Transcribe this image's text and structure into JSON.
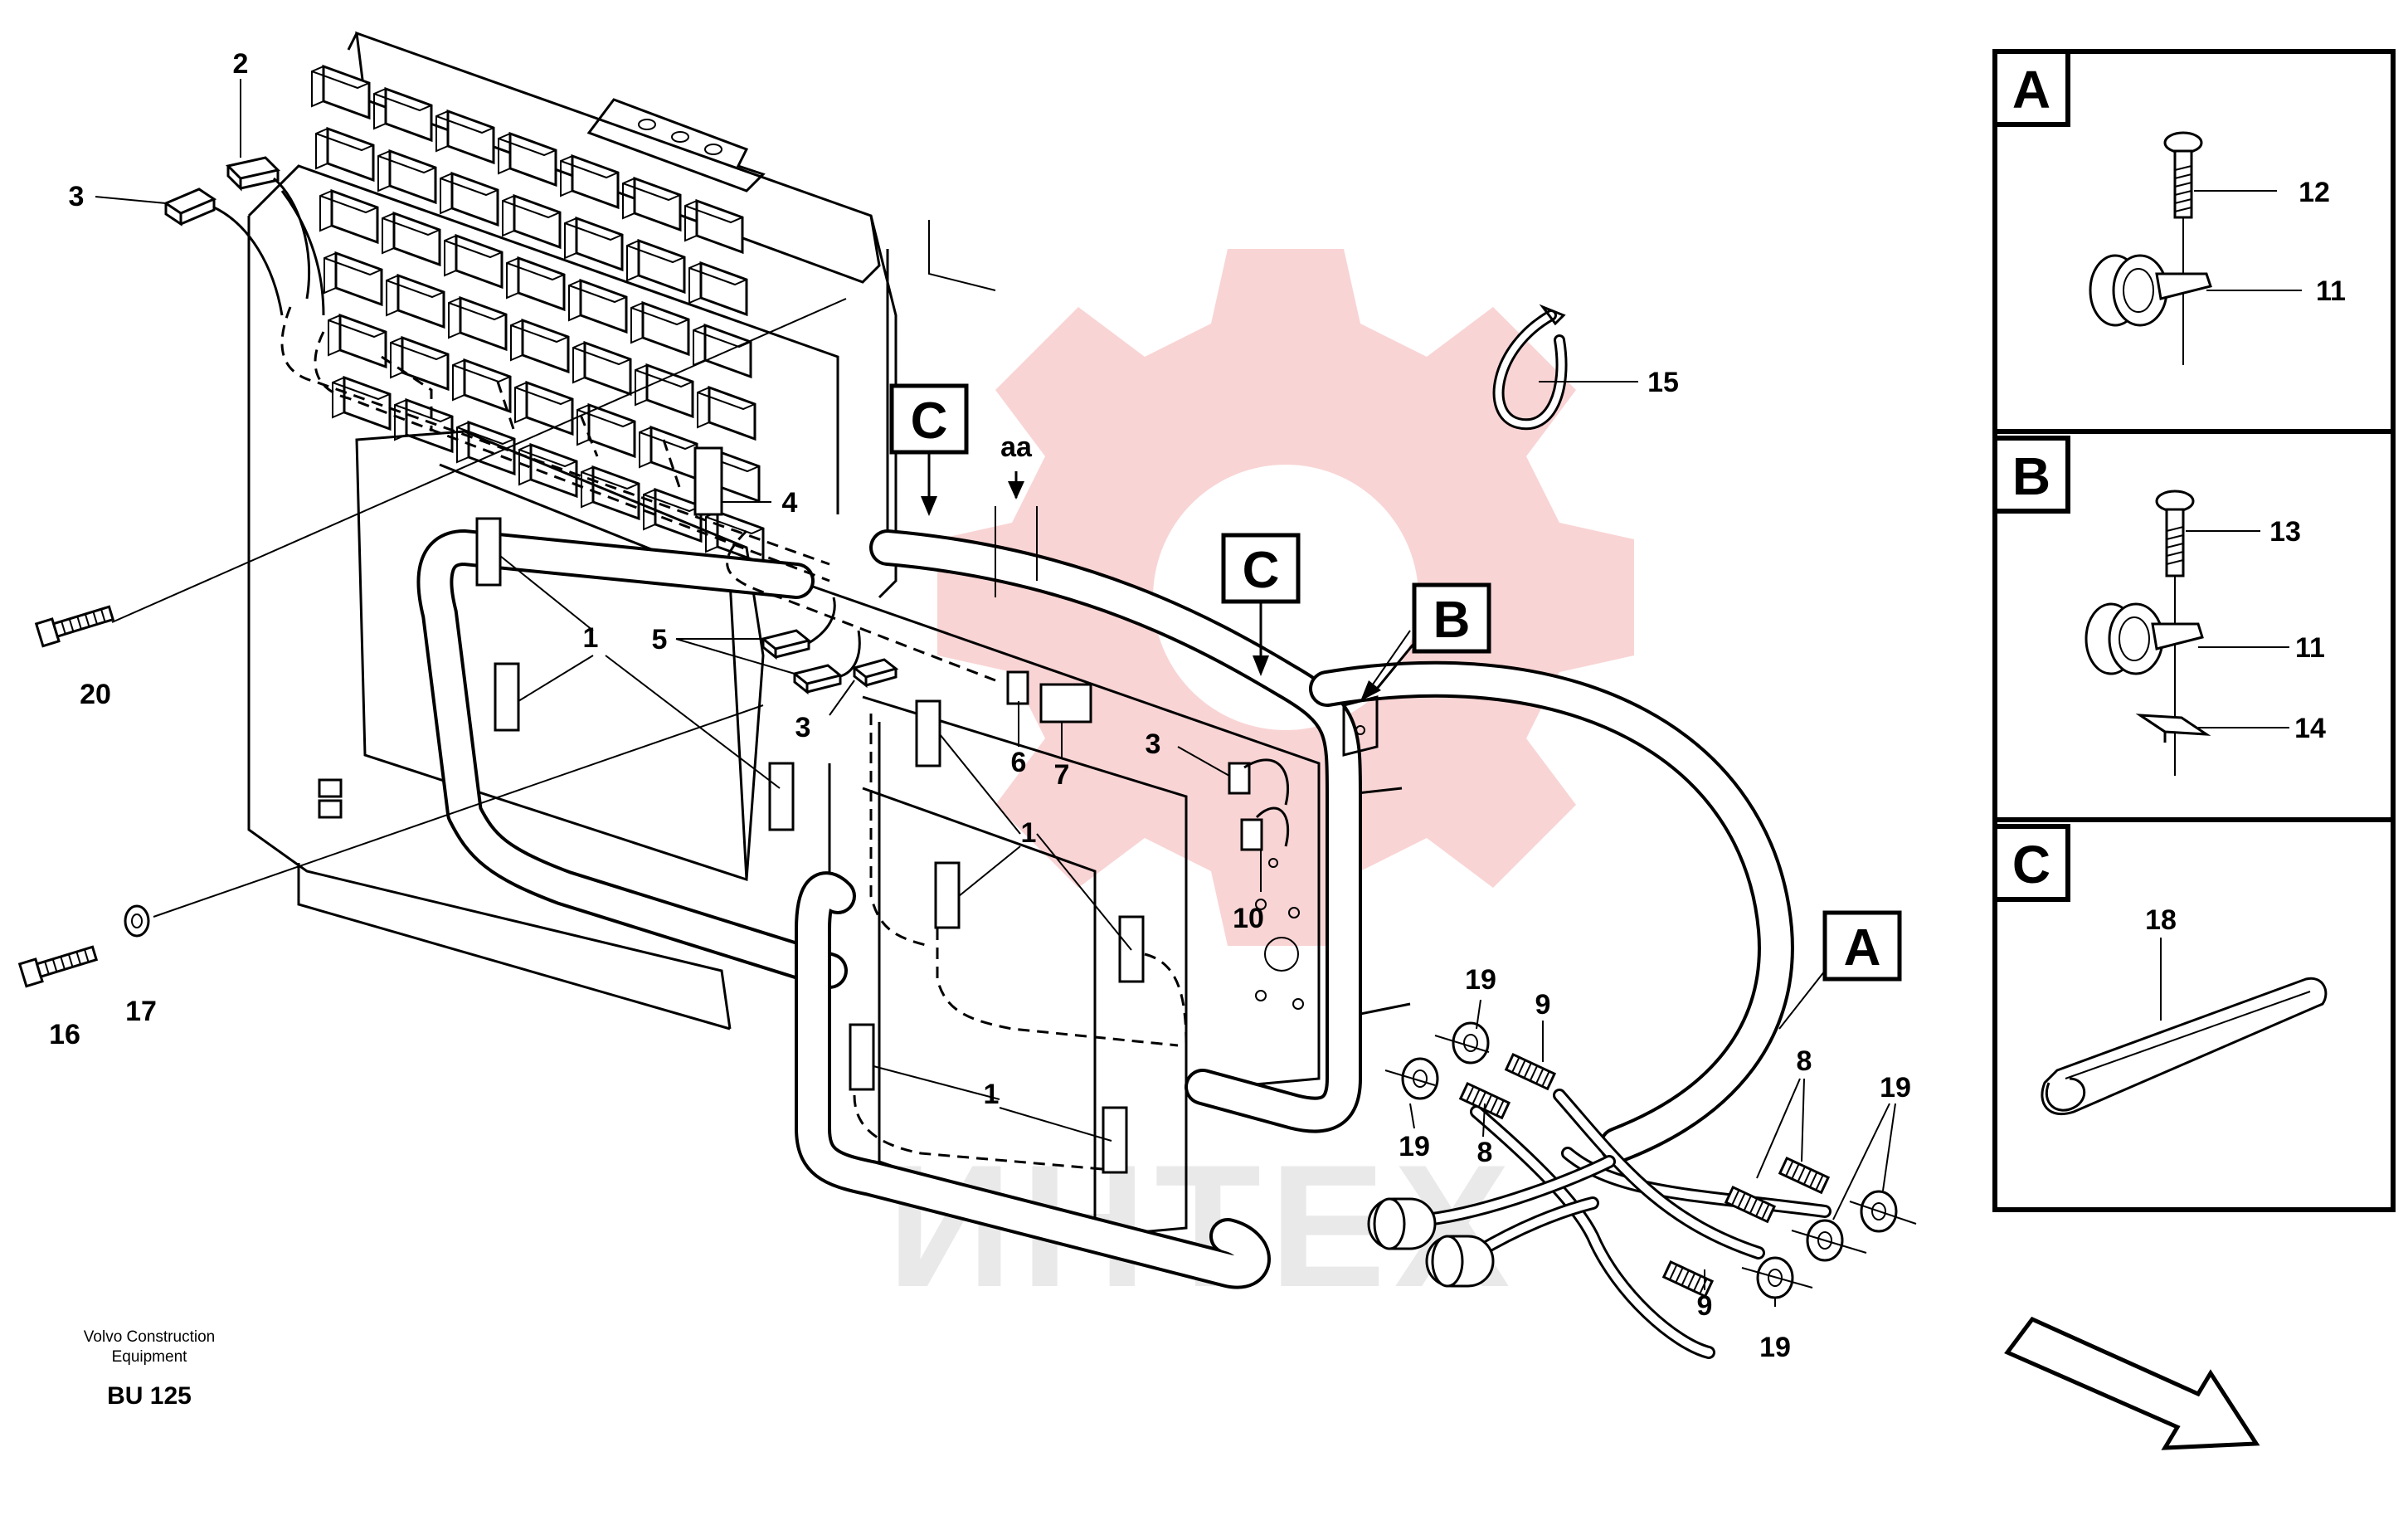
{
  "callouts": {
    "c1a": "1",
    "c1b": "1",
    "c1c": "1",
    "c2": "2",
    "c3a": "3",
    "c3b": "3",
    "c3c": "3",
    "c4": "4",
    "c5": "5",
    "c6": "6",
    "c7": "7",
    "c8a": "8",
    "c8b": "8",
    "c9a": "9",
    "c9b": "9",
    "c10": "10",
    "c15": "15",
    "c16": "16",
    "c17": "17",
    "c19a": "19",
    "c19b": "19",
    "c19c": "19",
    "c19d": "19",
    "c20": "20",
    "aa": "aa"
  },
  "box_labels": {
    "c_left": "C",
    "c_right": "C",
    "b": "B",
    "a": "A"
  },
  "detail_panels": [
    {
      "title": "A",
      "callouts": [
        "12",
        "11"
      ]
    },
    {
      "title": "B",
      "callouts": [
        "13",
        "11",
        "14"
      ]
    },
    {
      "title": "C",
      "callouts": [
        "18"
      ]
    }
  ],
  "footer": {
    "line1": "Volvo Construction",
    "line2": "Equipment",
    "code": "BU 125"
  },
  "watermark": {
    "text": "ИНТЕХ",
    "color": "#f7d6d6"
  }
}
